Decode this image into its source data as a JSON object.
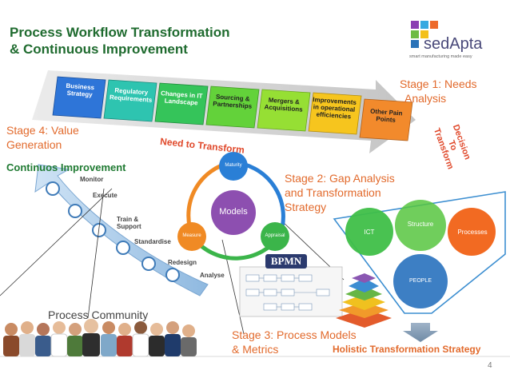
{
  "title_line1": "Process Workflow  Transformation",
  "title_line2": "& Continuous Improvement",
  "logo": {
    "text": "sedApta",
    "tagline": "smart manufacturing made easy"
  },
  "stage1": {
    "line1": "Stage 1: Needs",
    "line2": "Analysis"
  },
  "stage2": {
    "line1": "Stage 2: Gap Analysis",
    "line2": "and Transformation",
    "line3": "Strategy"
  },
  "stage3": {
    "line1": "Stage 3: Process Models",
    "line2": "& Metrics"
  },
  "stage4": {
    "line1": "Stage 4: Value",
    "line2": "Generation"
  },
  "needs_blocks": [
    {
      "l1": "Business",
      "l2": "Strategy",
      "l3": ""
    },
    {
      "l1": "Regulatory",
      "l2": "Requirements",
      "l3": ""
    },
    {
      "l1": "Changes in IT",
      "l2": "Landscape",
      "l3": ""
    },
    {
      "l1": "Sourcing &",
      "l2": "Partnerships",
      "l3": ""
    },
    {
      "l1": "Mergers &",
      "l2": "Acquisitions",
      "l3": ""
    },
    {
      "l1": "Improvements",
      "l2": "in operational",
      "l3": "efficiencies"
    },
    {
      "l1": "Other Pain",
      "l2": "Points",
      "l3": ""
    }
  ],
  "need_text": "Need to Transform",
  "decision_text": {
    "l1": "Decision",
    "l2": "To",
    "l3": "Transform"
  },
  "ci_title": "Continuos  Improvement",
  "ci_steps": [
    "Monitor",
    "Execute",
    "Train &",
    "Support",
    "Standardise",
    "Redesign",
    "Analyse"
  ],
  "cycle": {
    "center": "Models",
    "top": "Maturity",
    "right": "Appraisal",
    "left": "Measure"
  },
  "bpmn": "BPMN",
  "venn": {
    "ict": "ICT",
    "structure": "Structure",
    "processes": "Processes",
    "people": "PEOPLE"
  },
  "holistic": "Holistic Transformation Strategy",
  "community": "Process Community",
  "page_number": "4",
  "colors": {
    "title_green": "#1f6b2f",
    "stage_orange": "#e26a2c",
    "cycle_blue": "#2a7fd6",
    "cycle_green": "#3bb54a",
    "cycle_orange": "#f08a24",
    "models_purple": "#8d4fb0",
    "ict_green": "#3fbf48",
    "structure_green": "#57c63f",
    "processes_orange": "#f26a22",
    "people_blue": "#3d7fc4"
  }
}
